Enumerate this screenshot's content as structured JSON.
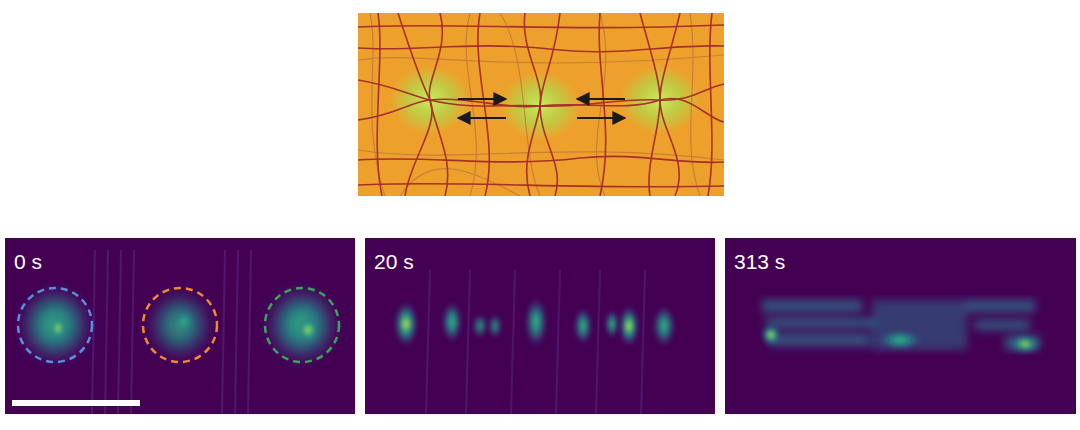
{
  "diagram": {
    "labels": [
      "0 s",
      "20 s",
      "313 s"
    ]
  }
}
